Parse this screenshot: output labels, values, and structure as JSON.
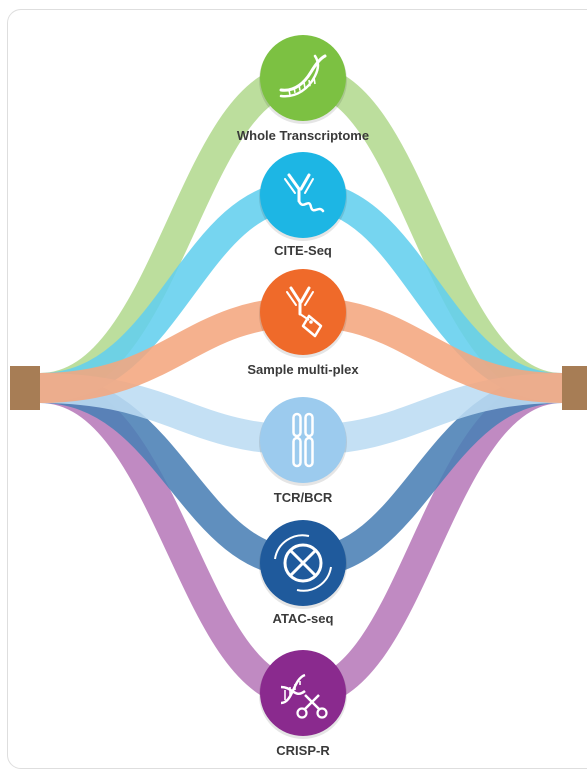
{
  "title": "",
  "nodes": [
    {
      "key": "whole-transcriptome",
      "label": "Whole Transcriptome",
      "color": "#7cc142",
      "band": "#b3d98f",
      "icon": "rna-strand-icon"
    },
    {
      "key": "cite-seq",
      "label": "CITE-Seq",
      "color": "#1db6e4",
      "band": "#63cfee",
      "icon": "antibody-oligo-icon"
    },
    {
      "key": "sample-multiplex",
      "label": "Sample multi-plex",
      "color": "#ef6a2a",
      "band": "#f4a67e",
      "icon": "antibody-tag-icon"
    },
    {
      "key": "tcr-bcr",
      "label": "TCR/BCR",
      "color": "#9ccbee",
      "band": "#bcdcf3",
      "icon": "chromosome-icon"
    },
    {
      "key": "atac-seq",
      "label": "ATAC-seq",
      "color": "#1f5a9c",
      "band": "#4a7fb5",
      "icon": "chromatin-access-icon"
    },
    {
      "key": "crisp-r",
      "label": "CRISP-R",
      "color": "#8a2a8e",
      "band": "#b77ab9",
      "icon": "dna-scissors-icon"
    }
  ],
  "colors": {
    "hub_left": "#a77d55",
    "hub_right": "#a77d55",
    "frame_border": "#dedede",
    "label_text": "#3a3a3a"
  }
}
